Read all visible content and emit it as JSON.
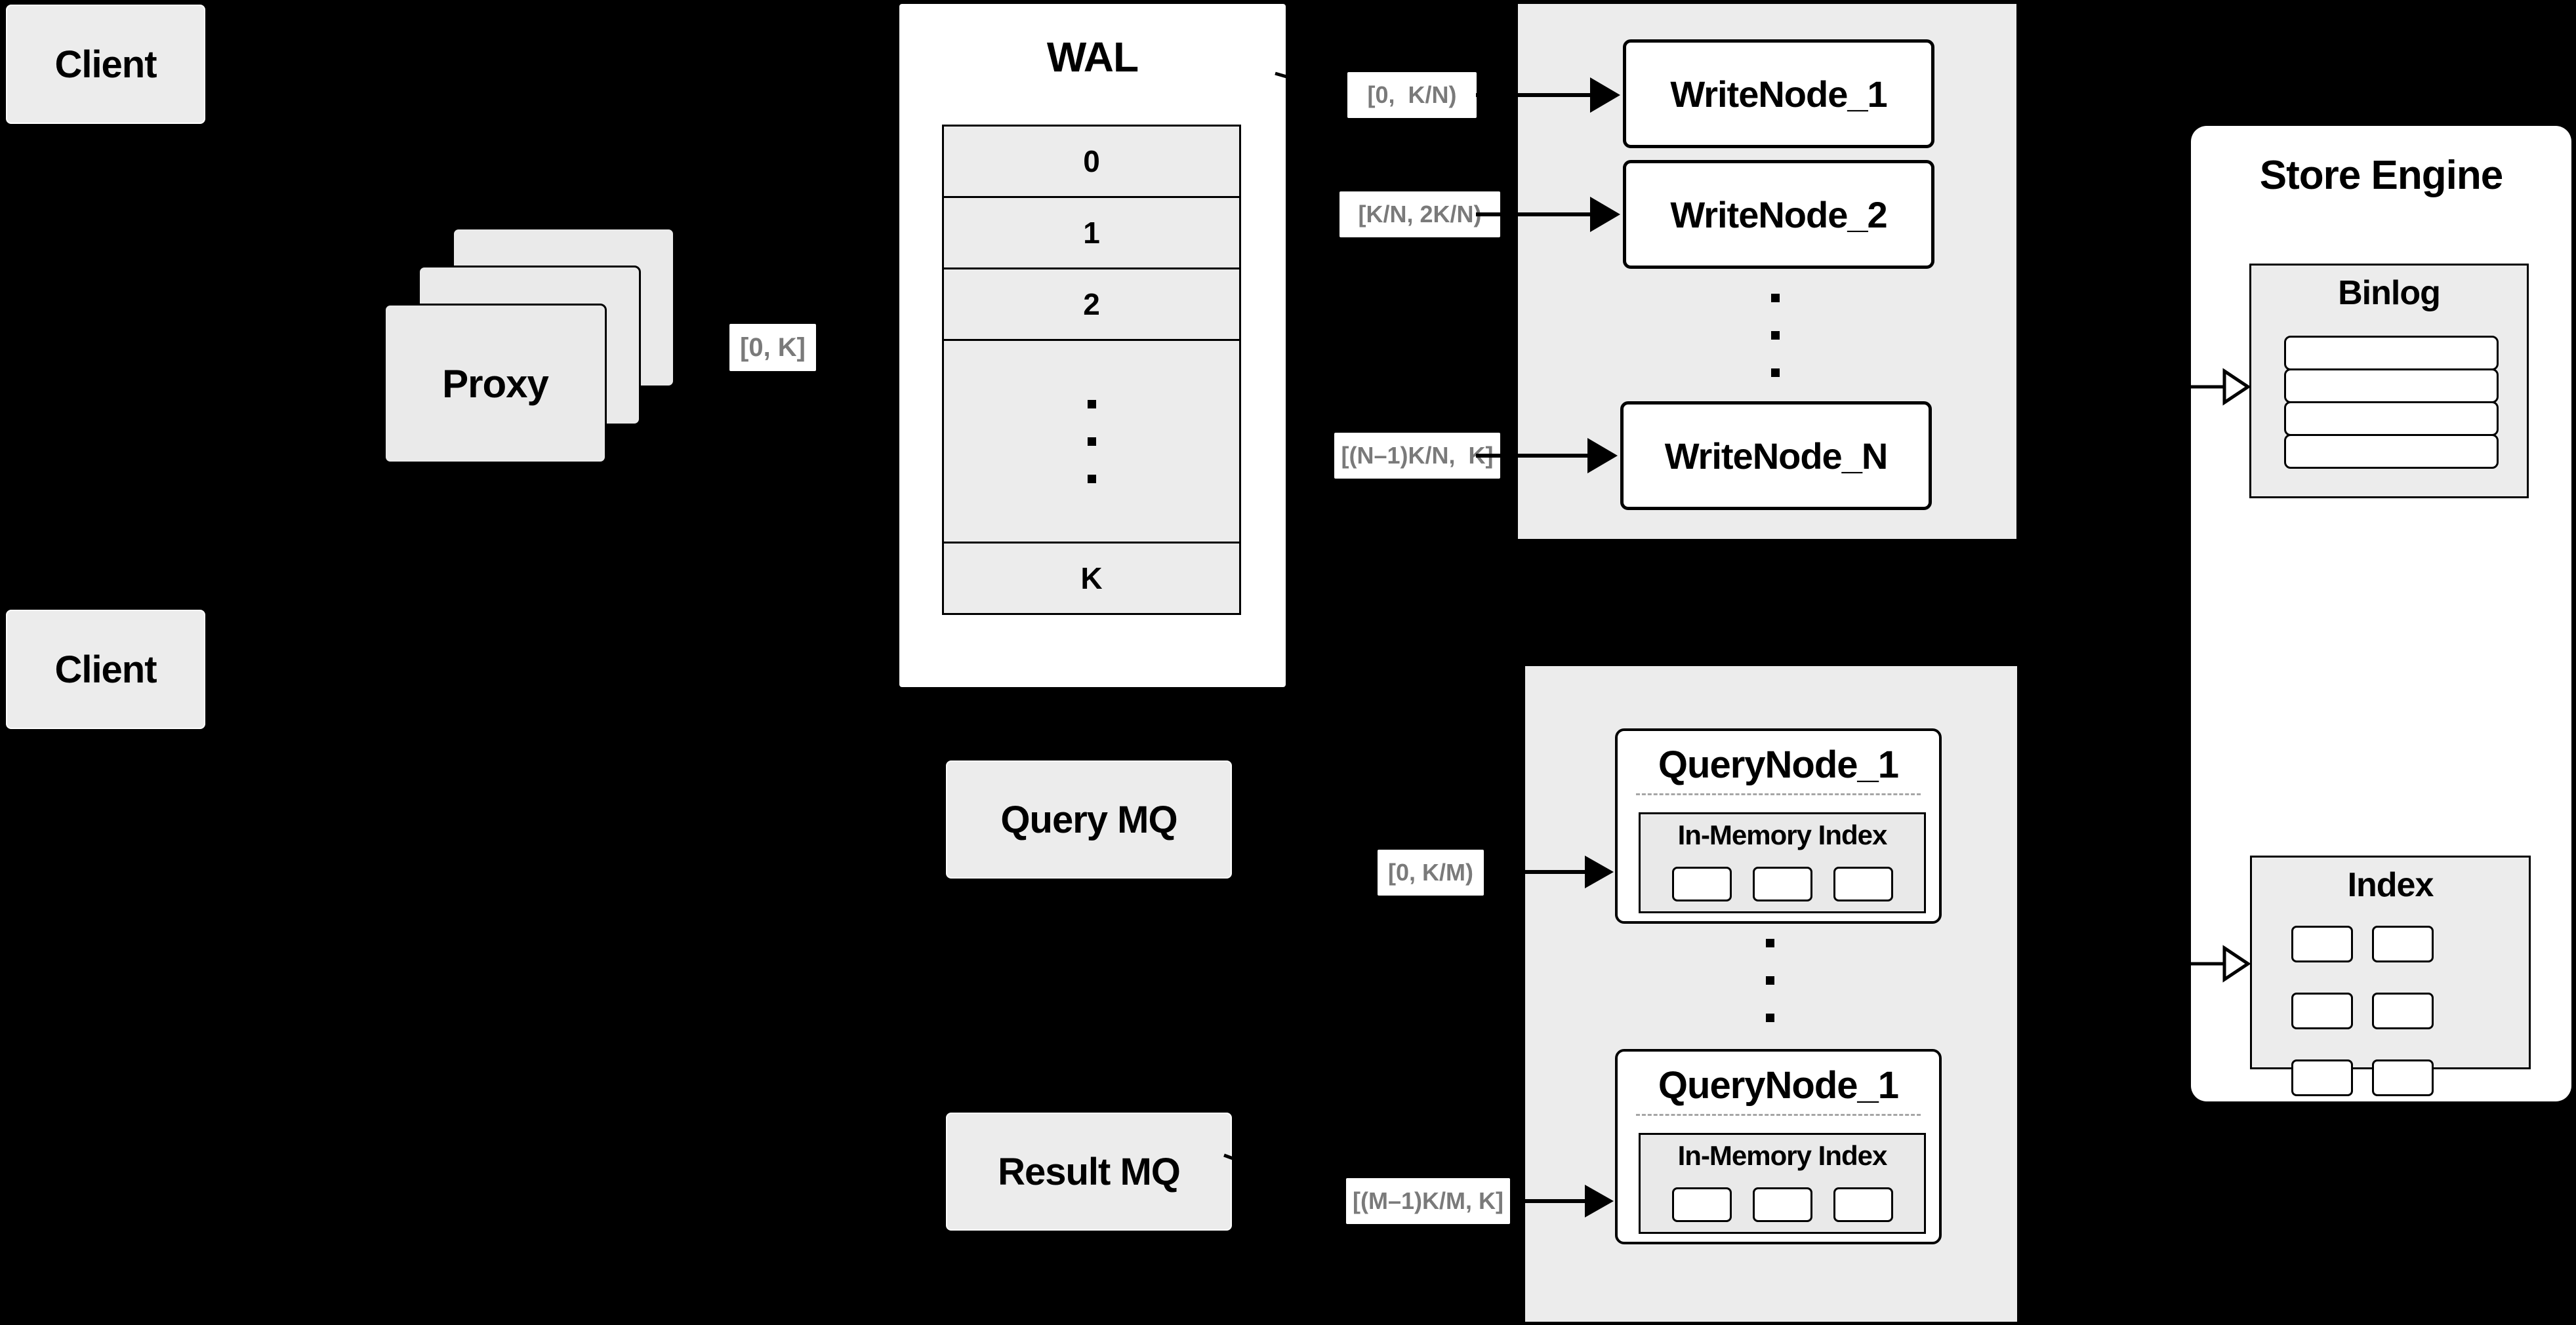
{
  "diagram": {
    "background": "#000000",
    "accent_gray": "#ececec",
    "label_text_color": "#7a7a7a",
    "clients": {
      "top": "Client",
      "bottom": "Client"
    },
    "proxy": {
      "label": "Proxy"
    },
    "wal": {
      "title": "WAL",
      "rows": [
        "0",
        "1",
        "2"
      ],
      "k_row": "K"
    },
    "write_nodes": {
      "node1": "WriteNode_1",
      "node2": "WriteNode_2",
      "nodeN": "WriteNode_N"
    },
    "query_nodes": {
      "top": {
        "title": "QueryNode_1",
        "inner_title": "In-Memory Index"
      },
      "bottom": {
        "title": "QueryNode_1",
        "inner_title": "In-Memory Index"
      }
    },
    "store_engine": {
      "title": "Store Engine",
      "binlog_title": "Binlog",
      "index_title": "Index"
    },
    "mq": {
      "query": "Query MQ",
      "result": "Result MQ"
    },
    "range_labels": {
      "proxy_out": "[0, K]",
      "write1": "[0,  K/N)",
      "write2": "[K/N, 2K/N)",
      "writeN": "[(N–1)K/N,  K]",
      "query1": "[0, K/M)",
      "queryM": "[(M–1)K/M, K]"
    }
  }
}
